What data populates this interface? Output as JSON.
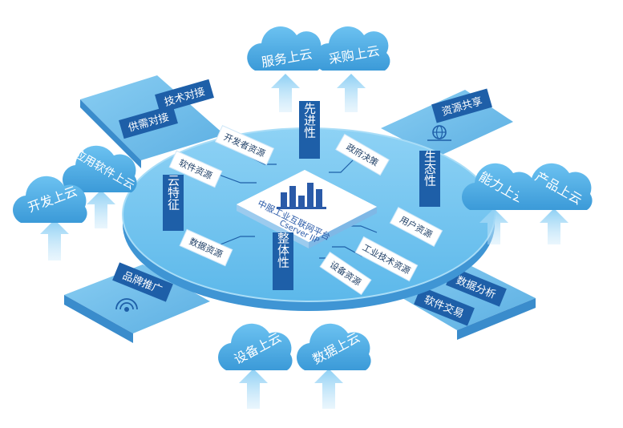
{
  "clouds": {
    "service": "服务上云",
    "purchase": "采购上云",
    "application": "应用软件上云",
    "development": "开发上云",
    "capability": "能力上云",
    "product": "产品上云",
    "equipment": "设备上云",
    "data": "数据上云"
  },
  "arms": {
    "tech_docking": "技术对接",
    "supply_demand": "供需对接",
    "resource_sharing": "资源共享",
    "brand_promotion": "品牌推广",
    "data_analysis": "数据分析",
    "software_trading": "软件交易"
  },
  "features": {
    "advanced": "先进性",
    "ecological": "生态性",
    "cloud": "云特征",
    "integrity": "整体性"
  },
  "cards": {
    "developer": "开发者资源",
    "software": "软件资源",
    "government": "政府决策",
    "data": "数据资源",
    "user": "用户资源",
    "industrial_tech": "工业技术资源",
    "equipment": "设备资源"
  },
  "center": {
    "title": "中服工业互联网平台",
    "subtitle": "Cserver IIP"
  },
  "colors": {
    "cloud": "#5ab4ec",
    "cloud_dark": "#3f9bd8",
    "disk": "#73c5ef",
    "disk_dark": "#4aa8df",
    "arm": "#5db8ea",
    "label_box": "#1e5fa8",
    "arrow": "#9fd3f3"
  }
}
